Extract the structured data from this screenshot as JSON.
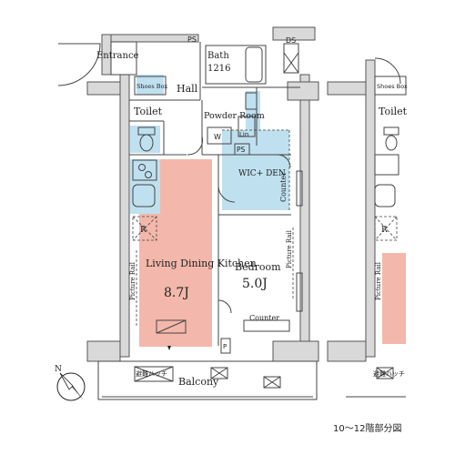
{
  "labels": {
    "entrance": "Entrance",
    "ps_top": "PS",
    "bath": "Bath",
    "bath_size": "1216",
    "ds": "DS",
    "shoes_box": "Shoes Box",
    "hall": "Hall",
    "toilet": "Toilet",
    "powder_room": "Powder Room",
    "w": "W",
    "lin": "Lin",
    "ps_mid": "PS",
    "wic_den": "WIC+ DEN",
    "counter_vertical": "Counter",
    "refrigerator": "R",
    "ldk_name": "Living Dining Kitchen",
    "ldk_size": "8.7J",
    "bedroom_name": "Bedroom",
    "bedroom_size": "5.0J",
    "picture_rail": "Picture Rail",
    "counter_bottom": "Counter",
    "p": "P",
    "balcony": "Balcony",
    "emergency_hatch": "避難ハッチ",
    "compass": "N",
    "floors_note": "10〜12階部分図"
  },
  "colors": {
    "ldk_fill": "#f3b8ab",
    "wic_fill": "#bfe0ef",
    "wall": "#d9d9d9"
  }
}
